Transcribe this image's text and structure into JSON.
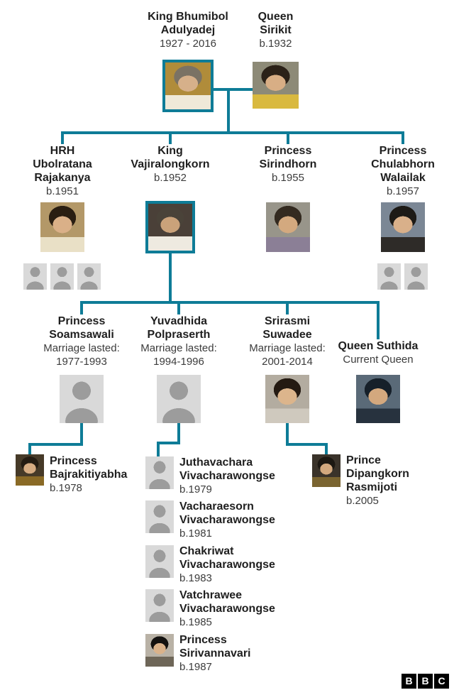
{
  "colors": {
    "line": "#0e7c97",
    "highlight_border": "#0e7c97",
    "silhouette_bg": "#d9d9d9",
    "silhouette_fg": "#9c9c9c"
  },
  "people": {
    "bhumibol": {
      "line1": "King Bhumibol",
      "line2": "Adulyadej",
      "detail": "1927 - 2016"
    },
    "sirikit": {
      "line1": "Queen",
      "line2": "Sirikit",
      "detail": "b.1932"
    },
    "ubolratana": {
      "line1": "HRH",
      "line2": "Ubolratana",
      "line3": "Rajakanya",
      "detail": "b.1951"
    },
    "vajiralongkorn": {
      "line1": "King",
      "line2": "Vajiralongkorn",
      "detail": "b.1952"
    },
    "sirindhorn": {
      "line1": "Princess",
      "line2": "Sirindhorn",
      "detail": "b.1955"
    },
    "chulabhorn": {
      "line1": "Princess",
      "line2": "Chulabhorn",
      "line3": "Walailak",
      "detail": "b.1957"
    },
    "soamsawali": {
      "line1": "Princess",
      "line2": "Soamsawali",
      "detail1": "Marriage lasted:",
      "detail2": "1977-1993"
    },
    "yuvadhida": {
      "line1": "Yuvadhida",
      "line2": "Polpraserth",
      "detail1": "Marriage lasted:",
      "detail2": "1994-1996"
    },
    "srirasmi": {
      "line1": "Srirasmi",
      "line2": "Suwadee",
      "detail1": "Marriage lasted:",
      "detail2": "2001-2014"
    },
    "suthida": {
      "line1": "Queen Suthida",
      "detail1": "Current Queen"
    },
    "bajrakitiyabha": {
      "line1": "Princess",
      "line2": "Bajrakitiyabha",
      "detail": "b.1978"
    },
    "juthavachara": {
      "line1": "Juthavachara",
      "line2": "Vivacharawongse",
      "detail": "b.1979"
    },
    "vacharaesorn": {
      "line1": "Vacharaesorn",
      "line2": "Vivacharawongse",
      "detail": "b.1981"
    },
    "chakriwat": {
      "line1": "Chakriwat",
      "line2": "Vivacharawongse",
      "detail": "b.1983"
    },
    "vatchrawee": {
      "line1": "Vatchrawee",
      "line2": "Vivacharawongse",
      "detail": "b.1985"
    },
    "sirivannavari": {
      "line1": "Princess",
      "line2": "Sirivannavari",
      "detail": "b.1987"
    },
    "dipangkorn": {
      "line1": "Prince",
      "line2": "Dipangkorn",
      "line3": "Rasmijoti",
      "detail": "b.2005"
    }
  },
  "logo": {
    "b1": "B",
    "b2": "B",
    "c": "C"
  }
}
